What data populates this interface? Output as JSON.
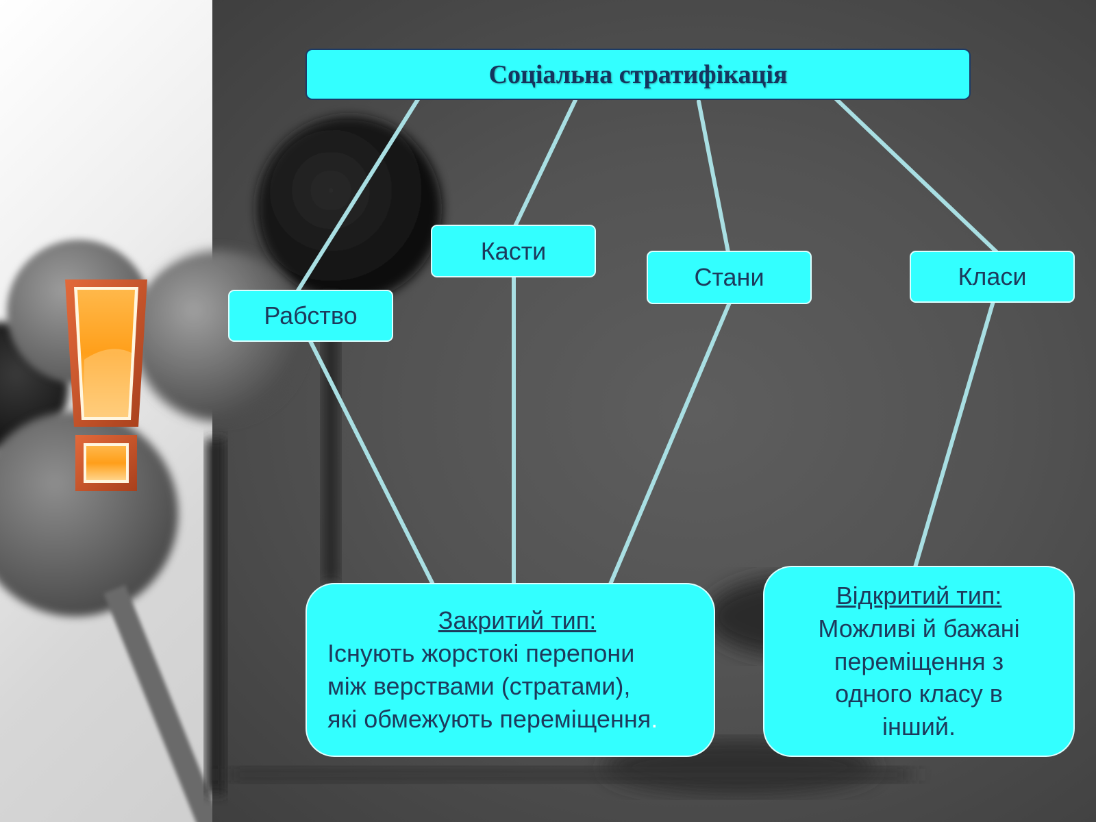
{
  "title": "Соціальна стратифікація",
  "categories": {
    "slavery": "Рабство",
    "castes": "Касти",
    "estates": "Стани",
    "classes": "Класи"
  },
  "closed_type": {
    "heading": "Закритий тип:",
    "lines": [
      "Існують жорстокі перепони",
      "між верствами (стратами),",
      "які обмежують переміщення"
    ],
    "trailing_dot": "."
  },
  "open_type": {
    "heading": "Відкритий тип:",
    "lines": [
      "Можливі й бажані",
      "переміщення з",
      "одного класу в",
      "інший."
    ]
  },
  "colors": {
    "box_fill": "#33ffff",
    "connector": "#a9dfe3",
    "text": "#1d3a5c",
    "exclaim_orange": "#ffa726"
  },
  "icons": {
    "exclamation": "exclamation-icon"
  }
}
